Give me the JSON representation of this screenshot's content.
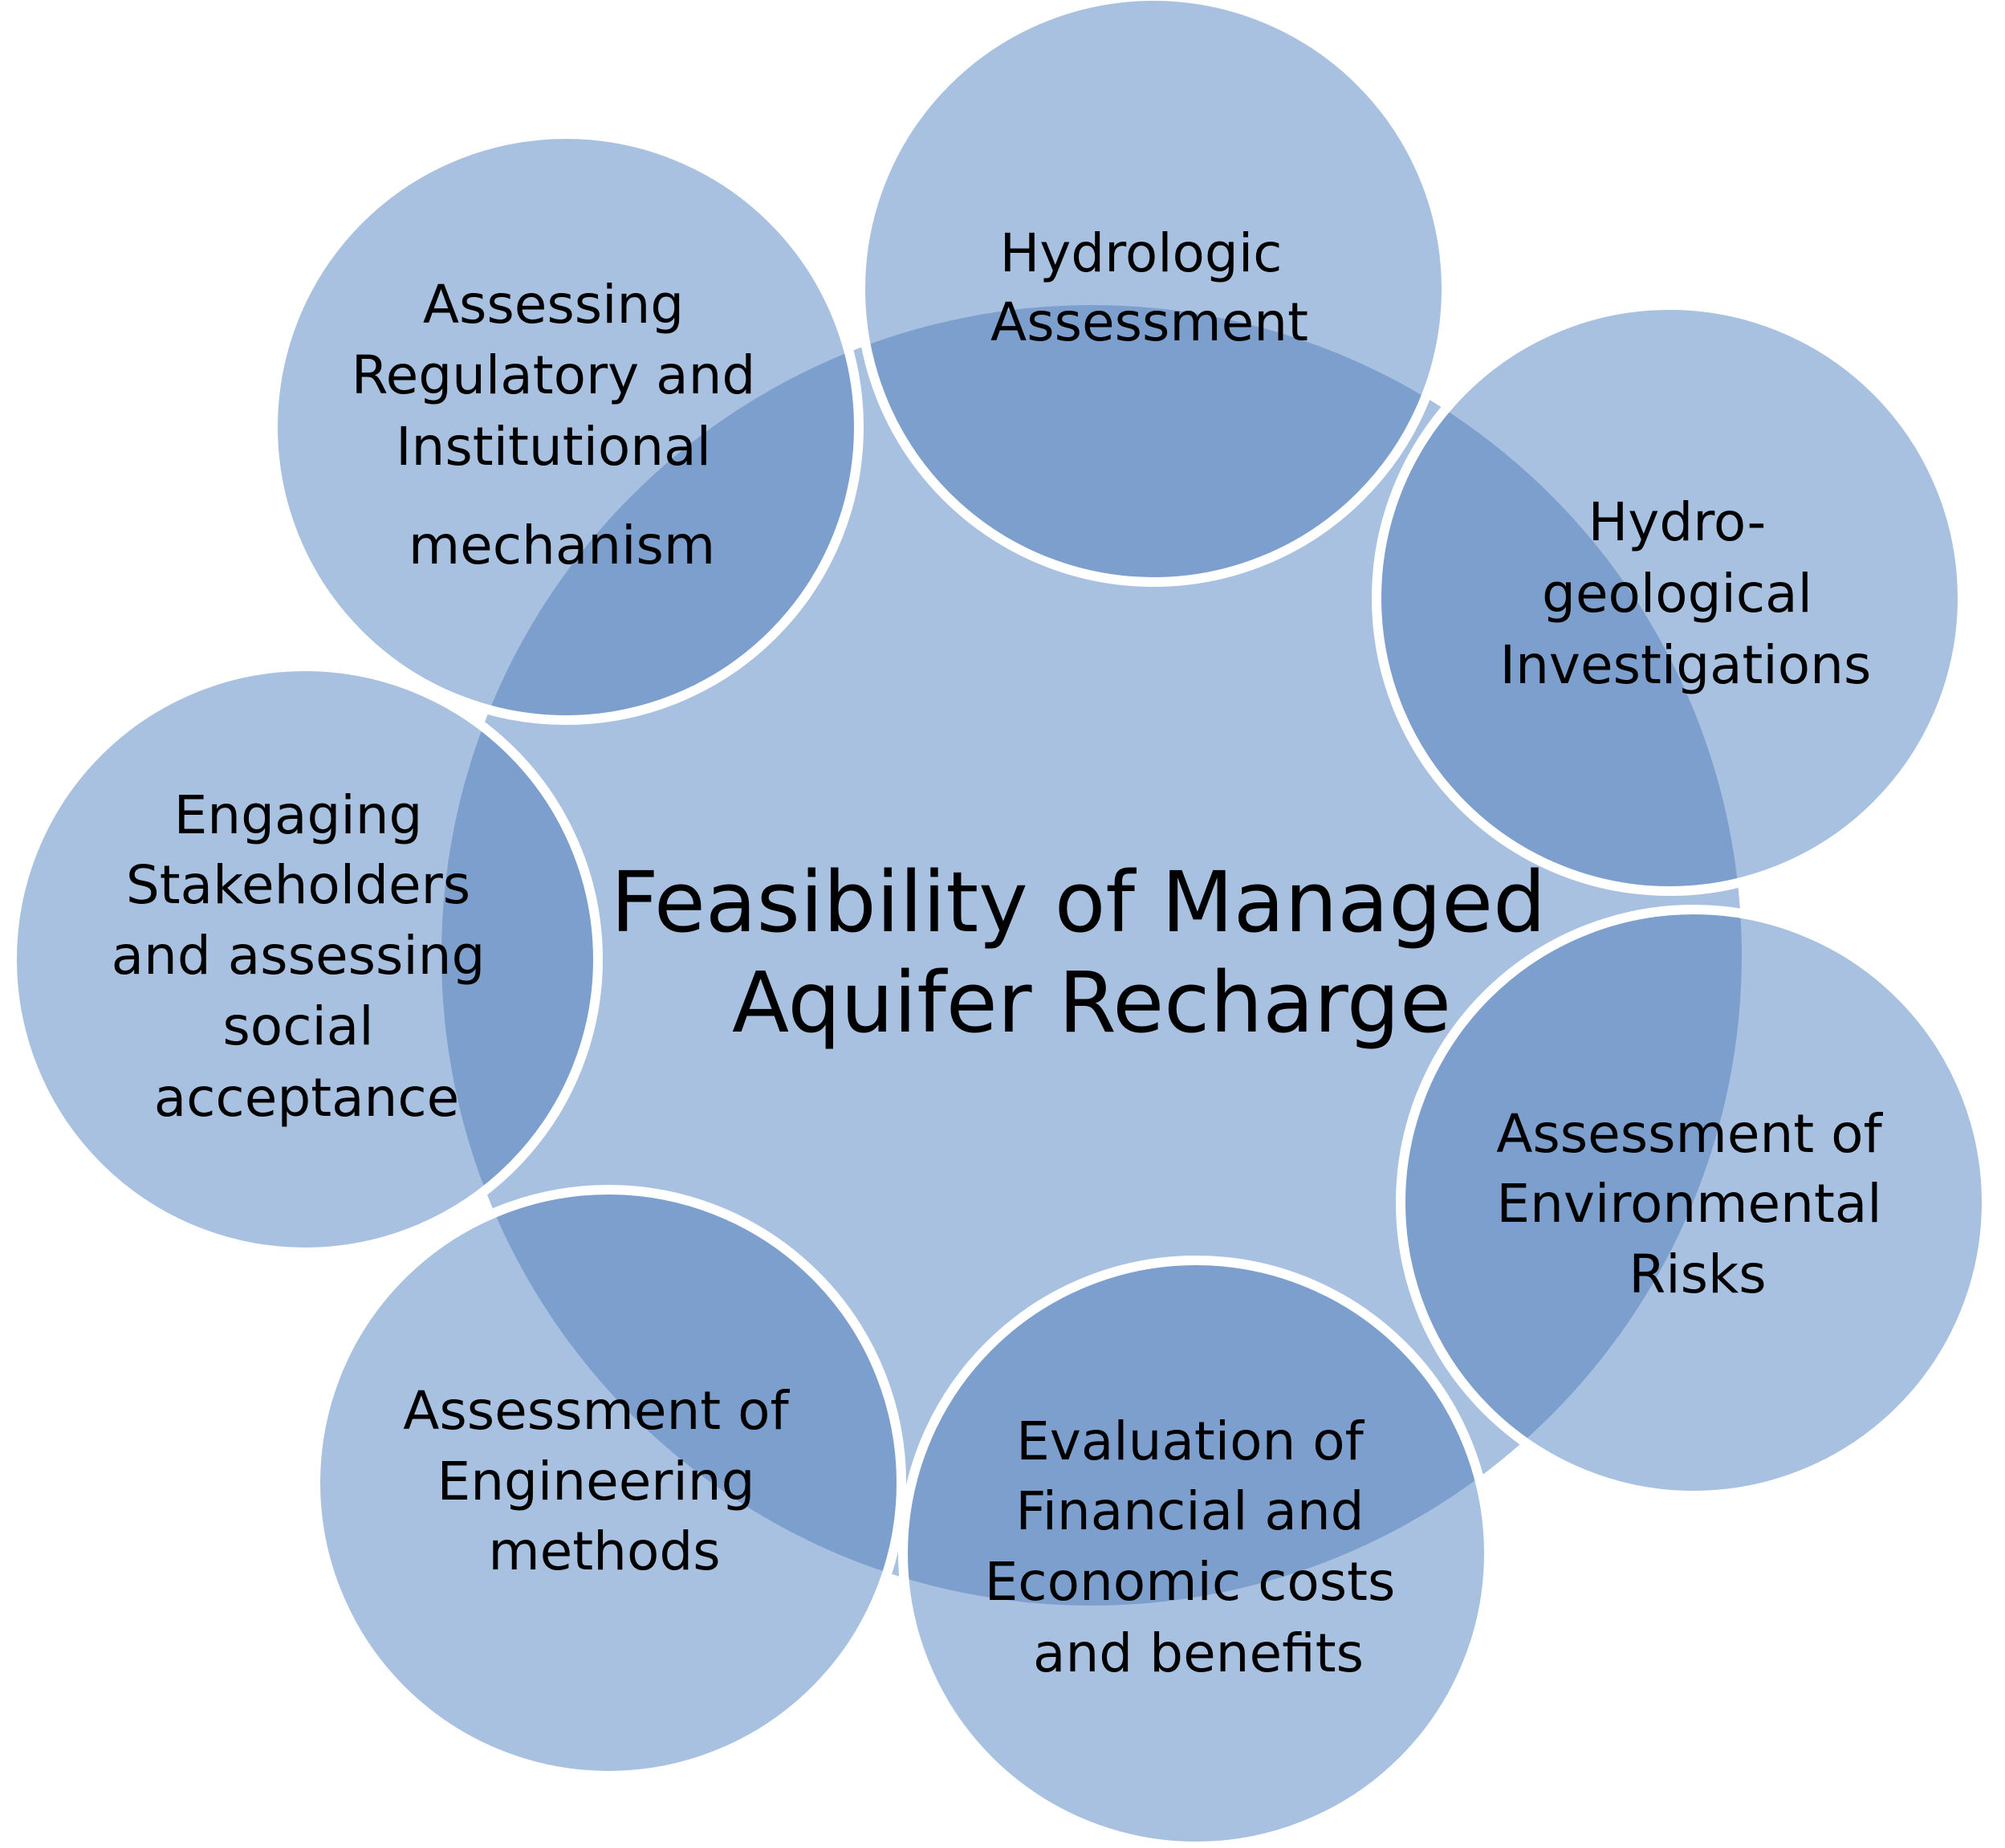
{
  "colors": {
    "circle_fill": "#A9C1E0",
    "overlap_fill": "#7C9FCD",
    "outline": "#FFFFFF",
    "text": "#000000",
    "background": "#FFFFFF"
  },
  "center": {
    "lines": [
      "Feasibility of Managed",
      "Aquifer Recharge"
    ]
  },
  "nodes": [
    {
      "id": "hydrologic",
      "lines": [
        "Hydrologic",
        "Assessment"
      ]
    },
    {
      "id": "hydrogeological",
      "lines": [
        "Hydro-",
        "geological",
        "Investigations"
      ]
    },
    {
      "id": "environmental",
      "lines": [
        "Assessment of",
        "Environmental",
        "Risks"
      ]
    },
    {
      "id": "financial",
      "lines": [
        "Evaluation of",
        "Financial and",
        "Economic costs",
        "and benefits"
      ]
    },
    {
      "id": "engineering",
      "lines": [
        "Assessment of",
        "Engineering",
        "methods"
      ]
    },
    {
      "id": "stakeholders",
      "lines": [
        "Engaging",
        "Stakeholders",
        "and assessing",
        "social",
        "acceptance"
      ]
    },
    {
      "id": "regulatory",
      "lines": [
        "Assessing",
        "Regulatory and",
        "Institutional",
        "mechanism"
      ]
    }
  ]
}
